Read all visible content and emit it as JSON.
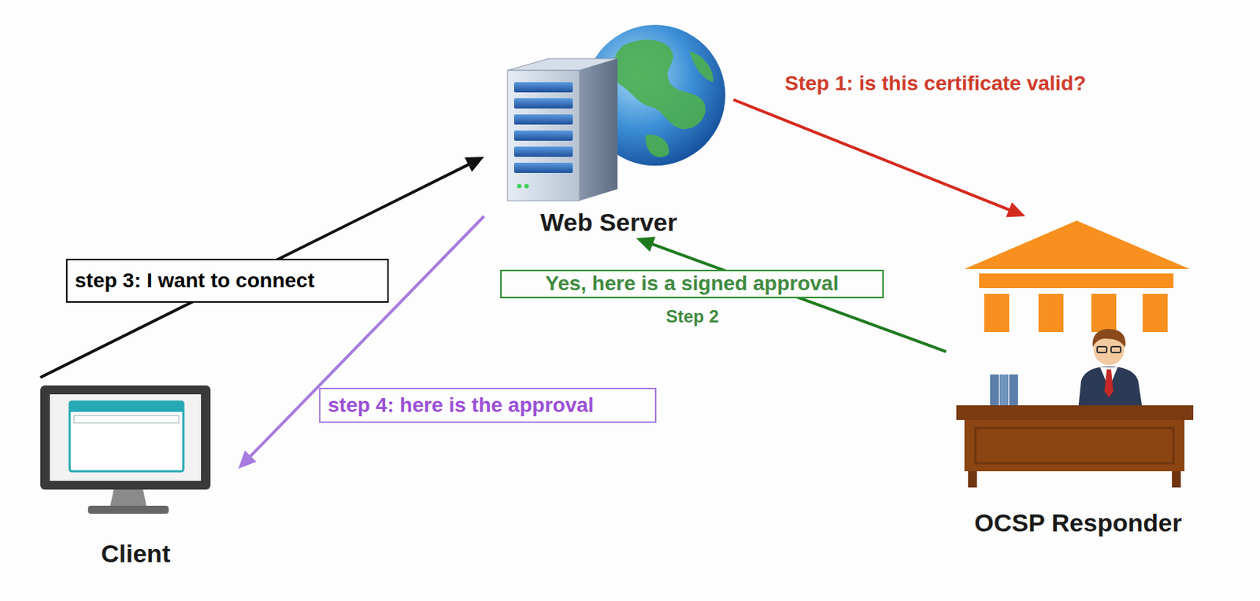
{
  "diagram": {
    "nodes": [
      {
        "text": [
          "Web Server"
        ]
      },
      {
        "text": [
          "OCSP Responder"
        ]
      },
      {
        "text": [
          "Client"
        ]
      }
    ],
    "edges": [
      {
        "from": 0,
        "to": 1,
        "arrow": "to",
        "label": "Step 1: is this certificate valid?"
      },
      {
        "from": 1,
        "to": 0,
        "arrow": "to",
        "label": "Yes, here is a signed approval"
      },
      {
        "from": 2,
        "to": 0,
        "arrow": "to",
        "label": "step 3: I want to connect"
      },
      {
        "from": 0,
        "to": 2,
        "arrow": "to",
        "label": "step 4: here is the approval"
      }
    ],
    "labels": [
      "Step 2"
    ]
  }
}
